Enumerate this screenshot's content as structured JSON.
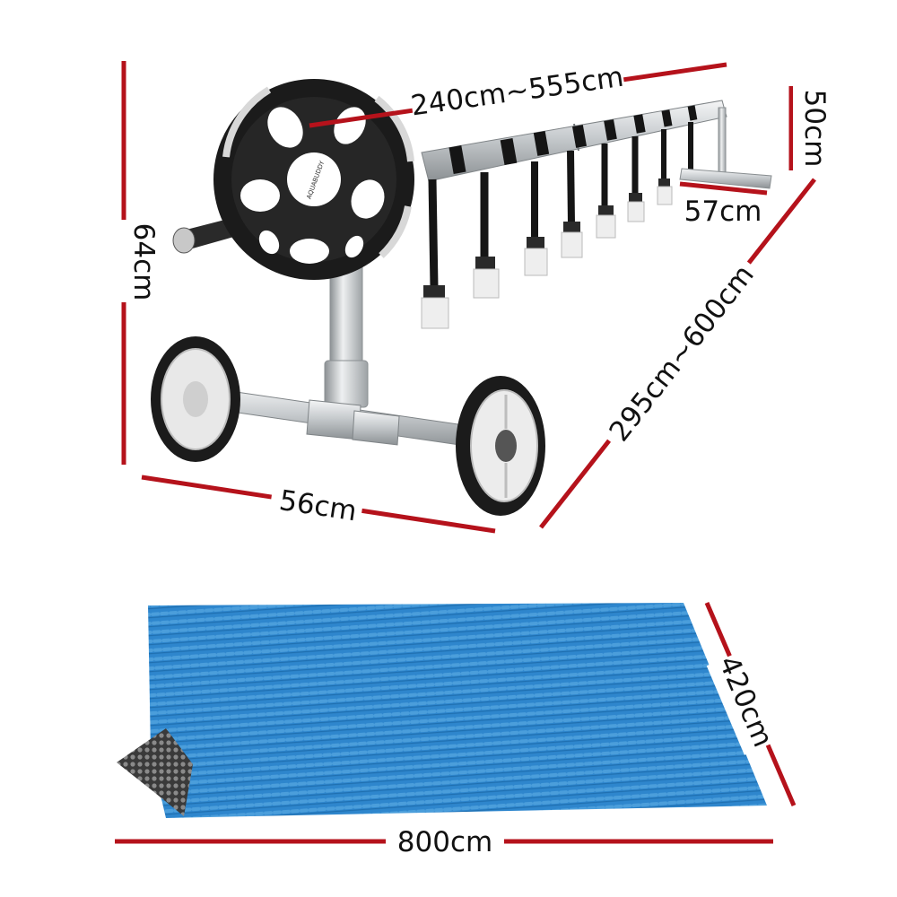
{
  "dimensions": {
    "reel_height": "64cm",
    "wheel_base_width": "56cm",
    "tube_length": "240cm~555cm",
    "support_height": "50cm",
    "support_width": "57cm",
    "pool_size_range": "295cm~600cm",
    "cover_width": "420cm",
    "cover_length": "800cm"
  },
  "wheel_logo": "AQUABUDDY",
  "colors": {
    "dimension_line": "#b5121b",
    "cover_blue": "#2e86cd",
    "cover_underside": "#4a4a4a",
    "wheel_black": "#1b1b1b",
    "tube_silver": "#c9cdd0"
  }
}
